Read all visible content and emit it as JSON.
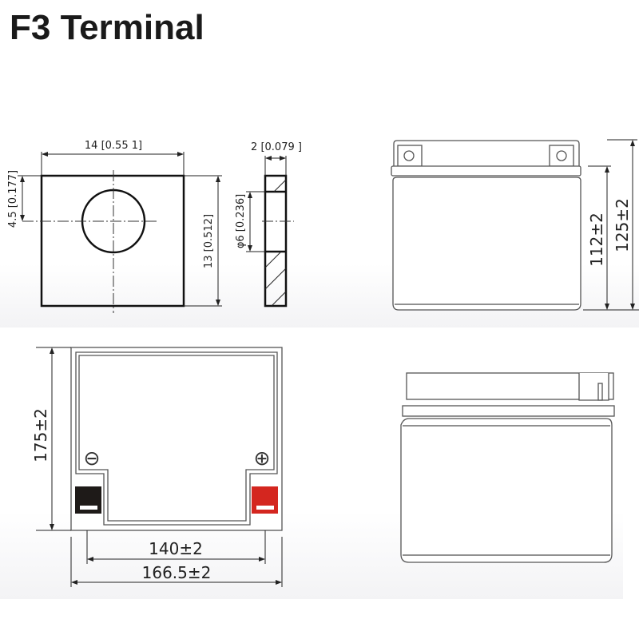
{
  "title": "F3 Terminal",
  "terminal_front": {
    "width_label": "14 [0.55 1]",
    "hole_offset_label": "4.5 [0.177]",
    "height_label": "13 [0.512]"
  },
  "terminal_side": {
    "thickness_label": "2 [0.079 ]",
    "hole_diameter_label": "φ6 [0.236]"
  },
  "battery_front": {
    "case_height_label": "112±2",
    "total_height_label": "125±2"
  },
  "battery_top": {
    "length_label": "175±2",
    "terminal_spacing_label": "140±2",
    "width_label": "166.5±2",
    "negative_symbol": "⊖",
    "positive_symbol": "⊕"
  },
  "colors": {
    "negative_terminal": "#1e1a18",
    "positive_terminal": "#d4261f"
  }
}
